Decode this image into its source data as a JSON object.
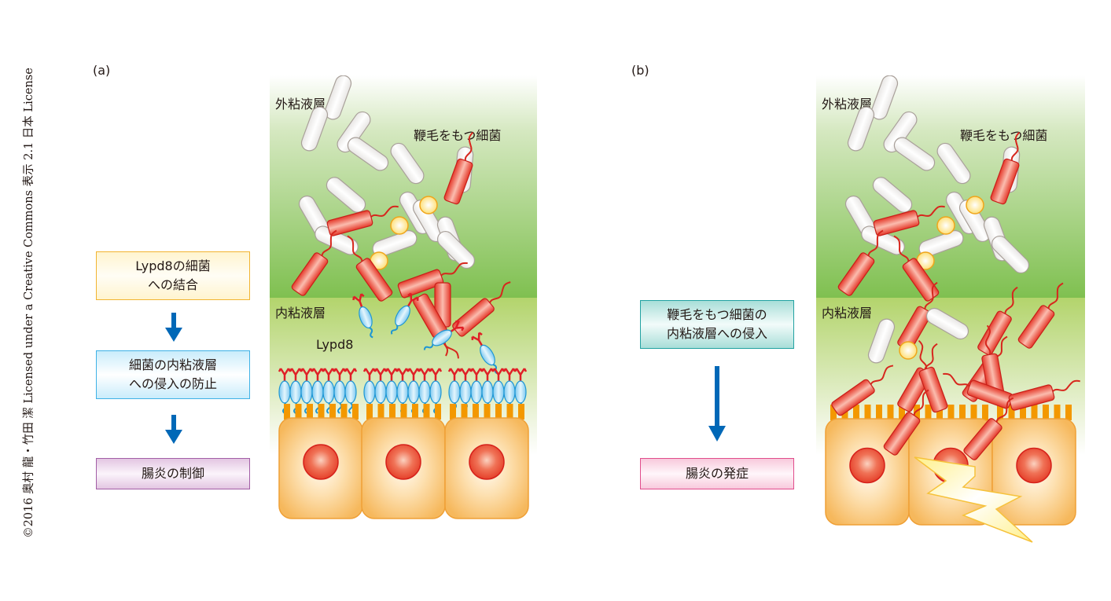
{
  "credit": "©2016 奥村 龍・竹田 潔 Licensed under a Creative Commons 表示 2.1 日本 License",
  "panels": [
    {
      "label": "(a)",
      "outer_layer_label": "外粘液層",
      "inner_layer_label": "内粘液層",
      "bacteria_label": "鞭毛をもつ細菌",
      "protein_label": "Lypd8",
      "flow": [
        {
          "line1": "Lypd8の細菌",
          "line2": "への結合"
        },
        {
          "line1": "細菌の内粘液層",
          "line2": "への侵入の防止"
        },
        {
          "line1": "腸炎の制御",
          "line2": ""
        }
      ]
    },
    {
      "label": "(b)",
      "outer_layer_label": "外粘液層",
      "inner_layer_label": "内粘液層",
      "bacteria_label": "鞭毛をもつ細菌",
      "flow": [
        {
          "line1": "鞭毛をもつ細菌の",
          "line2": "内粘液層への侵入"
        },
        {
          "line1": "腸炎の発症",
          "line2": ""
        }
      ]
    }
  ],
  "colors": {
    "arrow": "#0068b7",
    "outer_mucus": "#7dbf4f",
    "inner_mucus": "#b5d66e",
    "bacteria_flagellated": "#e83c2a",
    "bacteria_plain": "#ffffff",
    "lypd8": "#5bb8e8",
    "epithelial_cell": "#f7b65a",
    "nucleus": "#e8432d",
    "lightning": "#fff3a0"
  }
}
